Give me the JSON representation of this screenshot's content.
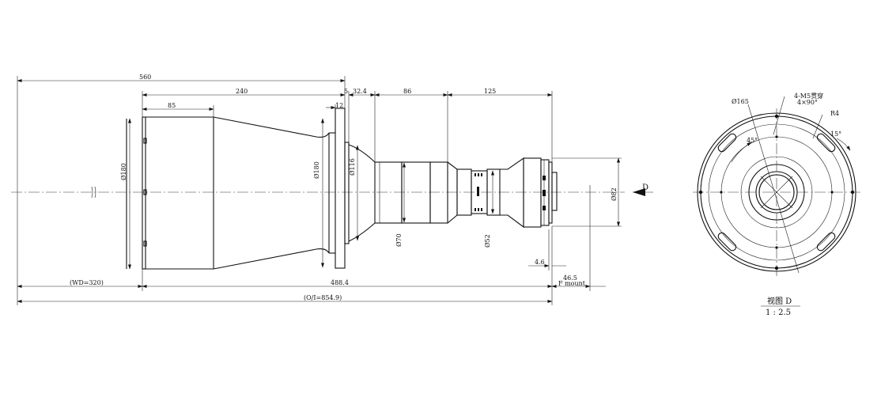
{
  "dimensions": {
    "total_560": "560",
    "d240": "240",
    "d85": "85",
    "d12": "12",
    "d5": "5",
    "d32_4": "32.4",
    "d86": "86",
    "d125": "125",
    "wd": "(WD=320)",
    "d488_4": "488.4",
    "oi": "(O/I=854.9)",
    "d4_6": "4.6",
    "d46_5": "46.5",
    "f_mount": "F mount",
    "phi180_front": "Ø180",
    "phi180_flange": "Ø180",
    "phi116": "Ø116",
    "phi70": "Ø70",
    "phi52": "Ø52",
    "phi82": "Ø82"
  },
  "view_d": {
    "arrow_label": "D",
    "phi165": "Ø165",
    "holes": "4-M5贯穿",
    "holes_angle": "4×90°",
    "r4": "R4",
    "angle15": "15°",
    "angle45": "45°",
    "title": "视图 D",
    "scale": "1 : 2.5"
  }
}
